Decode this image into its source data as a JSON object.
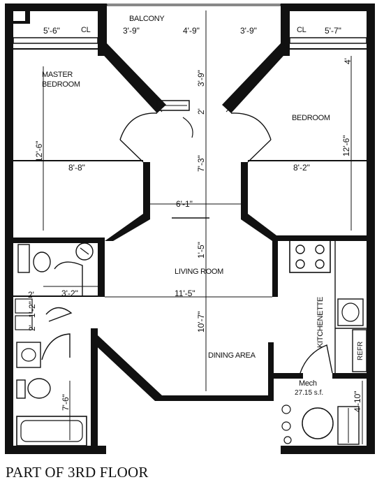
{
  "caption": "PART OF 3RD FLOOR",
  "rooms": {
    "balcony": "BALCONY",
    "master_bedroom_1": "MASTER",
    "master_bedroom_2": "BEDROOM",
    "bedroom": "BEDROOM",
    "living_room": "LIVING ROOM",
    "dining_area": "DINING AREA",
    "kitchenette": "KITCHENETTE",
    "mech_1": "Mech",
    "mech_2": "27.15 s.f.",
    "refr": "REFR"
  },
  "closets": {
    "left": "CL",
    "right": "CL"
  },
  "dimensions": {
    "closet_left": "5'-6\"",
    "balcony_left": "3'-9\"",
    "balcony_mid": "4'-9\"",
    "balcony_right": "3'-9\"",
    "closet_right": "5'-7\"",
    "hall_4": "4'",
    "hall_3_9": "3'-9\"",
    "hall_2": "2'",
    "master_height": "12'-6\"",
    "master_width": "8'-8\"",
    "bedroom_height": "12'-6\"",
    "bedroom_width": "8'-2\"",
    "hall_7_3": "7'-3\"",
    "hall_width": "6'-1\"",
    "living_5": "1'-5\"",
    "bath_width": "3'-2\"",
    "living_width": "11'-5\"",
    "overall_height": "10'-7\"",
    "closet_a": "2'",
    "closet_b": "1'-2\"",
    "closet_c": "2'",
    "bath_height": "7'-6\"",
    "mech_height": "4'-10\""
  }
}
